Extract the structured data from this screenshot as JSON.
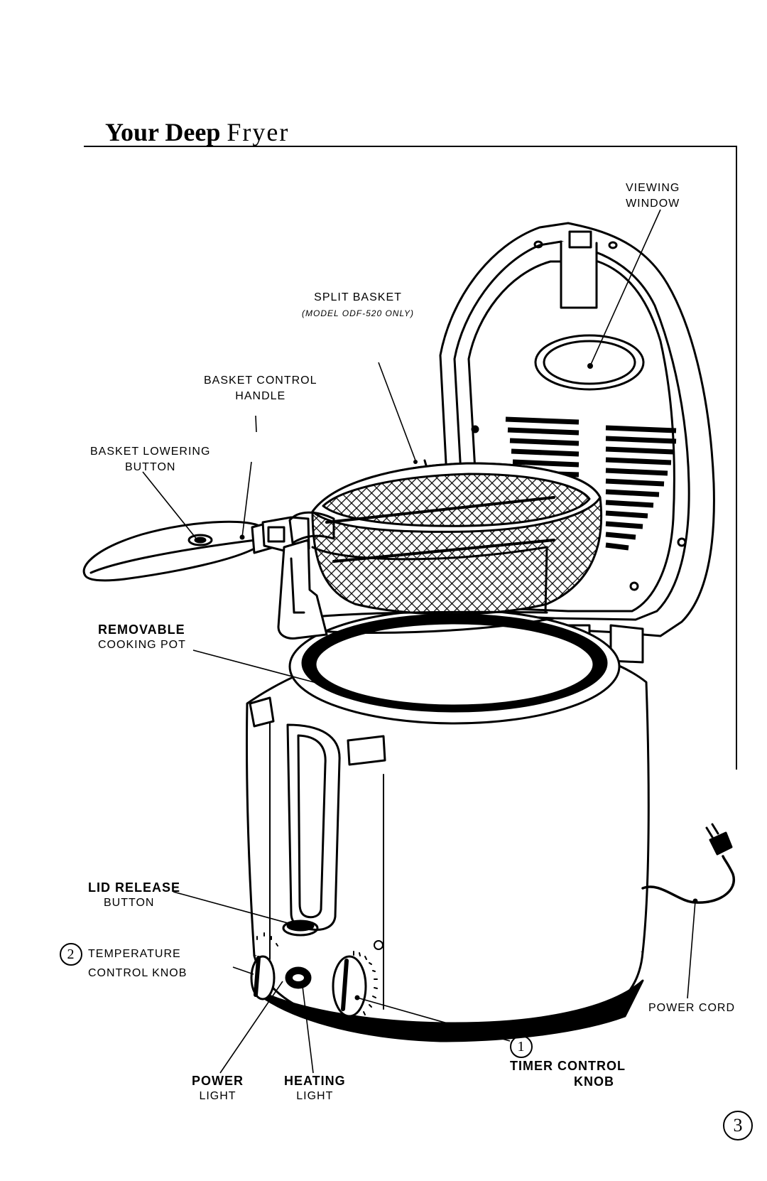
{
  "title": {
    "bold": "Your Deep",
    "light": "Fryer"
  },
  "labels": {
    "viewing_window": [
      "VIEWING",
      "WINDOW"
    ],
    "split_basket": [
      "SPLIT BASKET",
      "(MODEL ODF-520 ONLY)"
    ],
    "basket_control_handle": [
      "BASKET CONTROL",
      "HANDLE"
    ],
    "basket_lowering_button": [
      "BASKET LOWERING",
      "BUTTON"
    ],
    "removable_cooking_pot": [
      "REMOVABLE",
      "COOKING POT"
    ],
    "lid_release_button": [
      "LID RELEASE",
      "BUTTON"
    ],
    "temperature_control_knob": [
      "TEMPERATURE",
      "CONTROL KNOB"
    ],
    "power_light": [
      "POWER",
      "LIGHT"
    ],
    "heating_light": [
      "HEATING",
      "LIGHT"
    ],
    "timer_control_knob": [
      "TIMER CONTROL",
      "KNOB"
    ],
    "power_cord": "POWER CORD"
  },
  "callout_numbers": {
    "timer": "1",
    "temperature": "2"
  },
  "page_number": "3"
}
